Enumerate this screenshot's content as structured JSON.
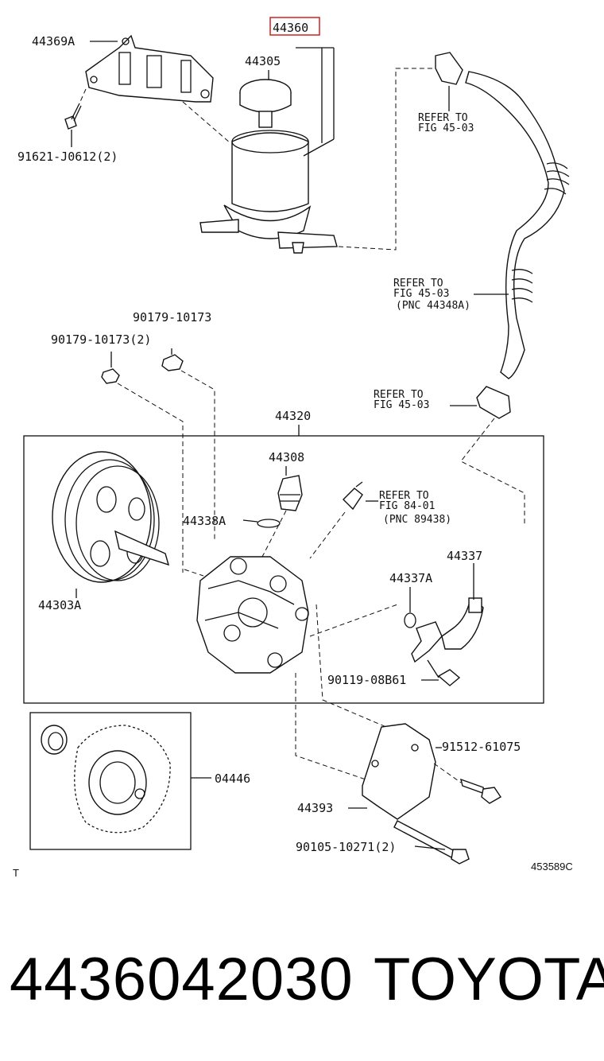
{
  "labels": {
    "p44369a": "44369A",
    "p44360": "44360",
    "p44305": "44305",
    "p91621": "91621-J0612(2)",
    "refer1_a": "REFER TO",
    "refer1_b": "FIG 45-03",
    "refer2_a": "REFER TO",
    "refer2_b": "FIG 45-03",
    "refer2_c": "(PNC 44348A)",
    "p90179a": "90179-10173",
    "p90179b": "90179-10173(2)",
    "refer3_a": "REFER TO",
    "refer3_b": "FIG 45-03",
    "p44320": "44320",
    "p44308": "44308",
    "refer4_a": "REFER TO",
    "refer4_b": "FIG 84-01",
    "refer4_c": "(PNC 89438)",
    "p44338a": "44338A",
    "p44337": "44337",
    "p44337a": "44337A",
    "p44303a": "44303A",
    "p90119": "90119-08B61",
    "p91512": "91512-61075",
    "p04446": "04446",
    "p44393": "44393",
    "p90105": "90105-10271(2)",
    "corner_t": "T",
    "figure_code": "453589C"
  },
  "footer": {
    "part_number": "4436042030",
    "brand": "TOYOTA"
  },
  "colors": {
    "highlight": "#d42020",
    "line": "#111111"
  }
}
